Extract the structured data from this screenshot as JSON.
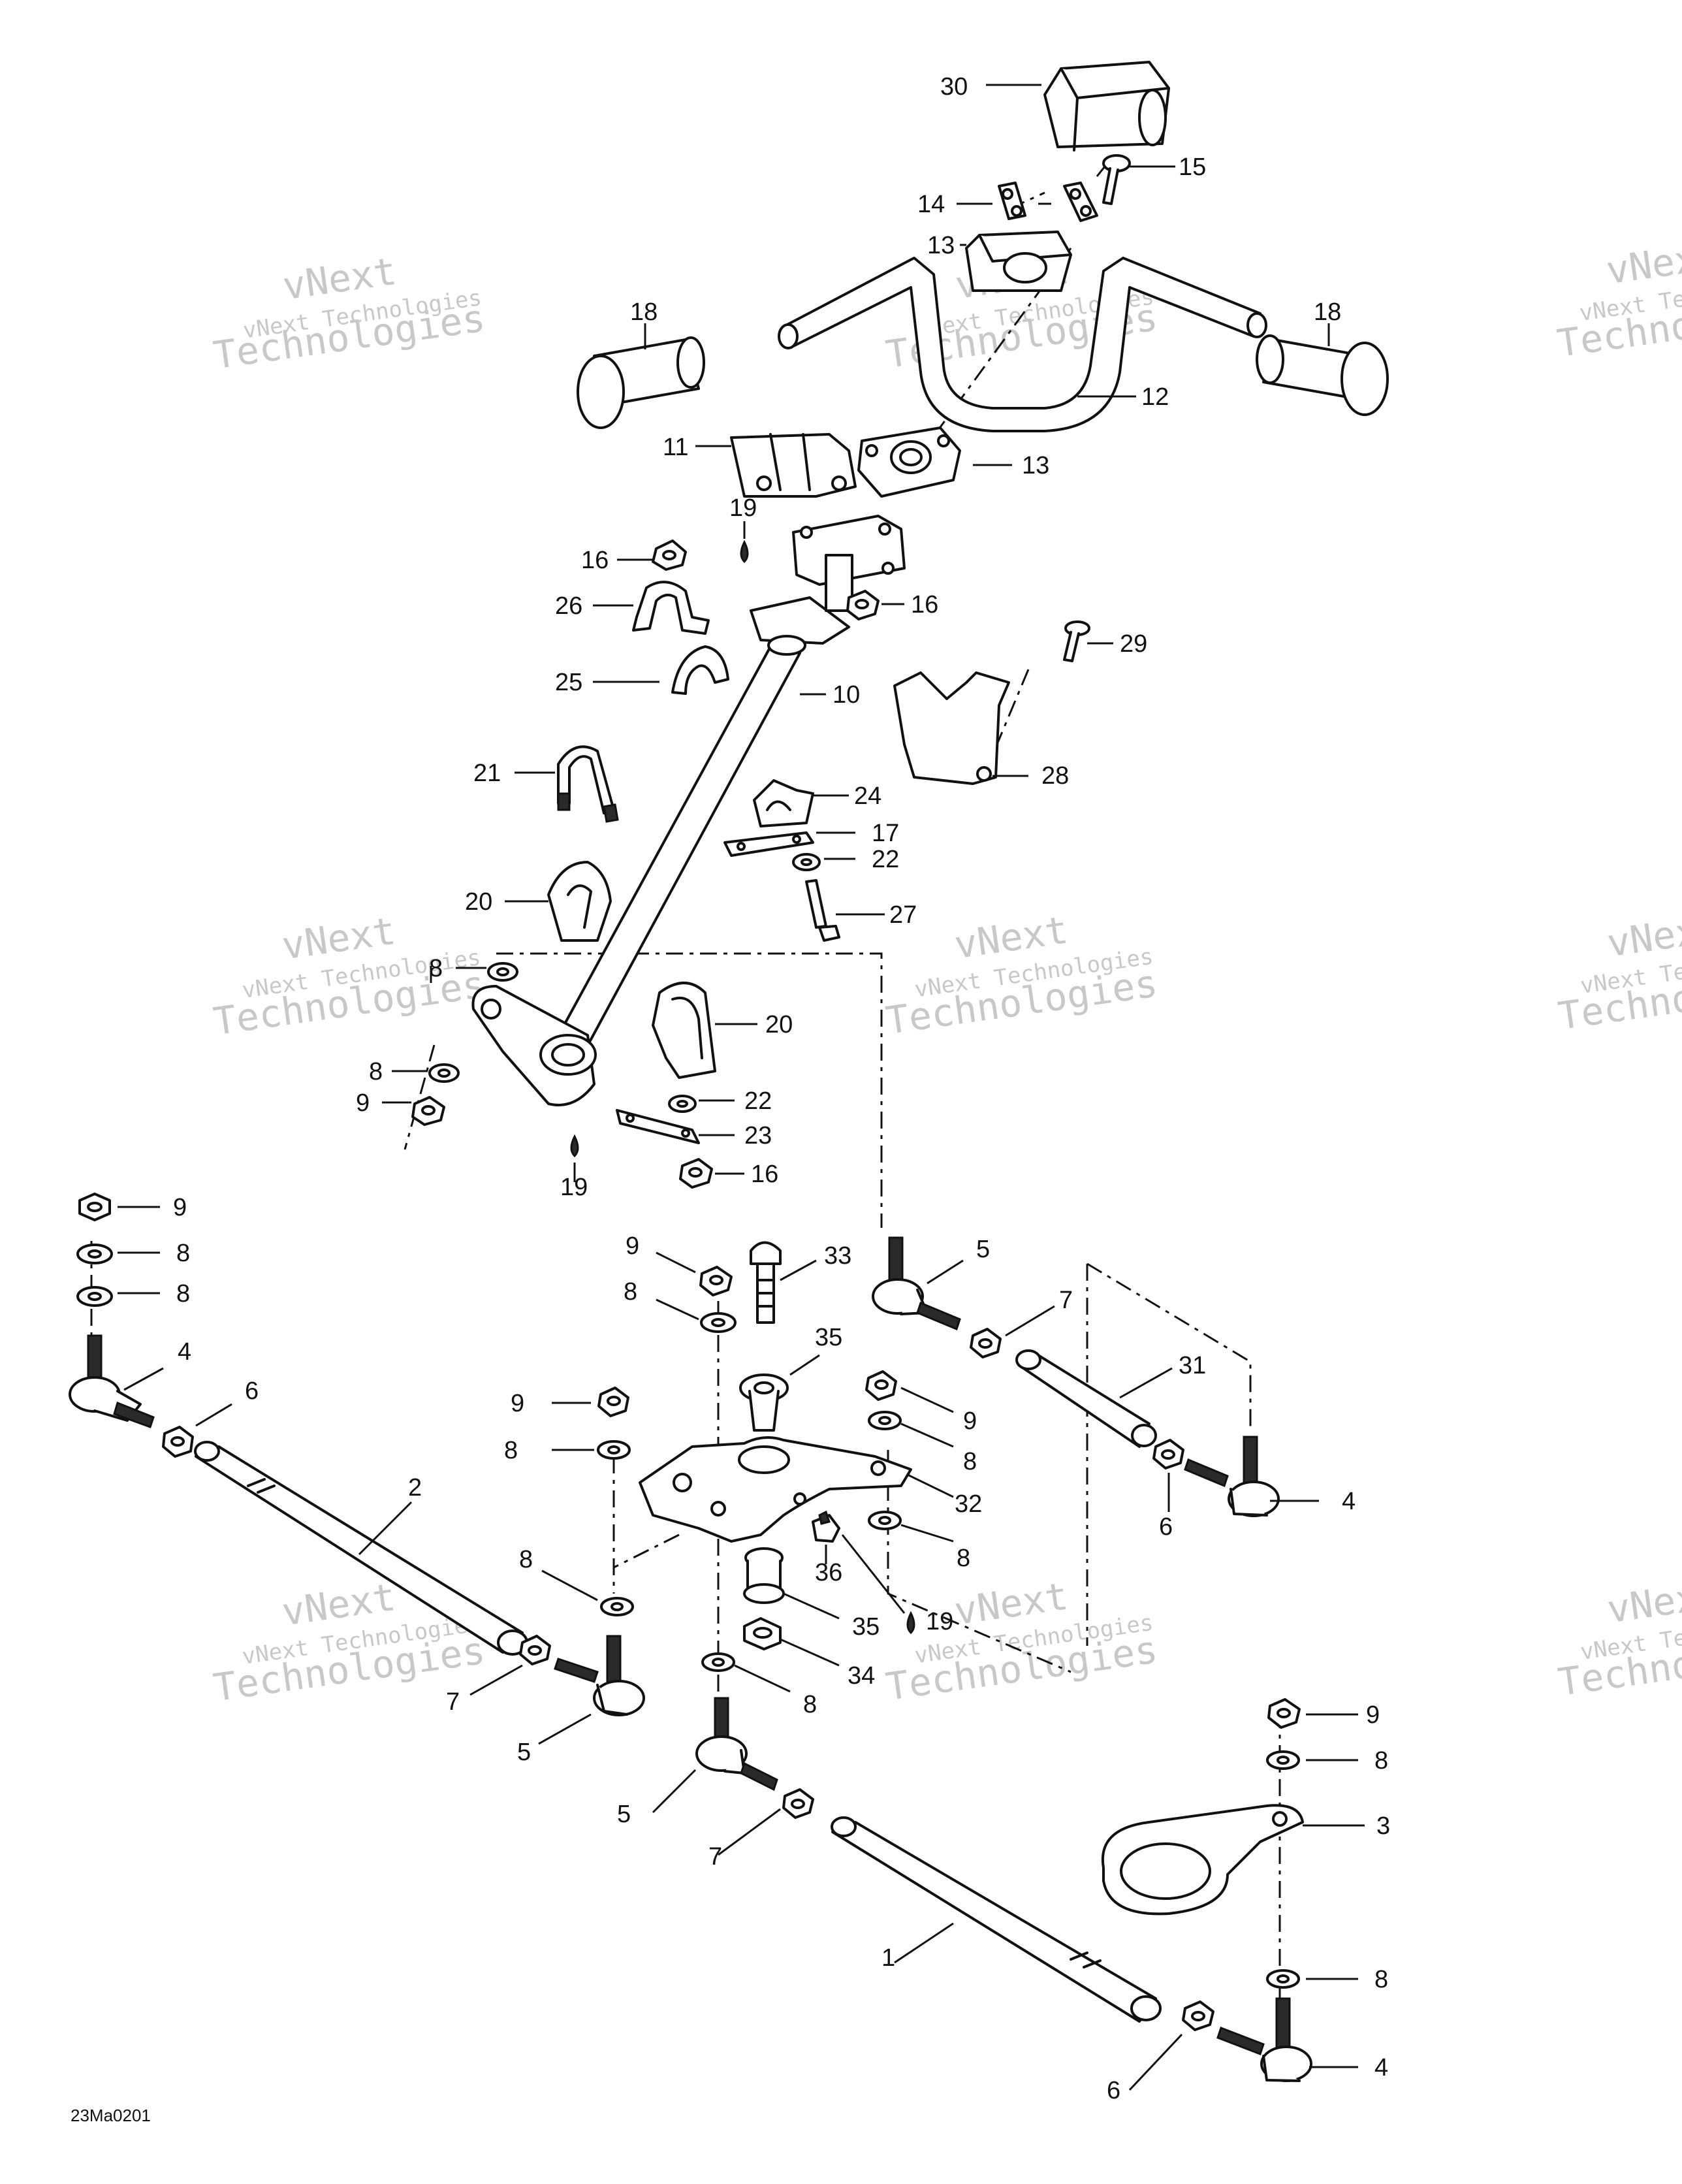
{
  "drawing_code": "23Ma0201",
  "watermark": {
    "line1": "vNext Technologies",
    "line2": "vNext",
    "line3": "Technologies"
  },
  "callouts": [
    {
      "id": "c30",
      "text": "30"
    },
    {
      "id": "c15",
      "text": "15"
    },
    {
      "id": "c14",
      "text": "14"
    },
    {
      "id": "c13a",
      "text": "13"
    },
    {
      "id": "c18a",
      "text": "18"
    },
    {
      "id": "c18b",
      "text": "18"
    },
    {
      "id": "c12",
      "text": "12"
    },
    {
      "id": "c11",
      "text": "11"
    },
    {
      "id": "c13b",
      "text": "13"
    },
    {
      "id": "c19a",
      "text": "19"
    },
    {
      "id": "c16a",
      "text": "16"
    },
    {
      "id": "c16b",
      "text": "16"
    },
    {
      "id": "c26",
      "text": "26"
    },
    {
      "id": "c29",
      "text": "29"
    },
    {
      "id": "c25",
      "text": "25"
    },
    {
      "id": "c10",
      "text": "10"
    },
    {
      "id": "c28",
      "text": "28"
    },
    {
      "id": "c21",
      "text": "21"
    },
    {
      "id": "c24",
      "text": "24"
    },
    {
      "id": "c17",
      "text": "17"
    },
    {
      "id": "c22a",
      "text": "22"
    },
    {
      "id": "c27",
      "text": "27"
    },
    {
      "id": "c20a",
      "text": "20"
    },
    {
      "id": "c8a",
      "text": "8"
    },
    {
      "id": "c20b",
      "text": "20"
    },
    {
      "id": "c8b",
      "text": "8"
    },
    {
      "id": "c22b",
      "text": "22"
    },
    {
      "id": "c9a",
      "text": "9"
    },
    {
      "id": "c23",
      "text": "23"
    },
    {
      "id": "c19b",
      "text": "19"
    },
    {
      "id": "c16c",
      "text": "16"
    },
    {
      "id": "c9b",
      "text": "9"
    },
    {
      "id": "c8c",
      "text": "8"
    },
    {
      "id": "c8d",
      "text": "8"
    },
    {
      "id": "c4a",
      "text": "4"
    },
    {
      "id": "c6a",
      "text": "6"
    },
    {
      "id": "c9c",
      "text": "9"
    },
    {
      "id": "c33",
      "text": "33"
    },
    {
      "id": "c5a",
      "text": "5"
    },
    {
      "id": "c8e",
      "text": "8"
    },
    {
      "id": "c7a",
      "text": "7"
    },
    {
      "id": "c35a",
      "text": "35"
    },
    {
      "id": "c31",
      "text": "31"
    },
    {
      "id": "c9d",
      "text": "9"
    },
    {
      "id": "c9e",
      "text": "9"
    },
    {
      "id": "c8f",
      "text": "8"
    },
    {
      "id": "c8g",
      "text": "8"
    },
    {
      "id": "c32",
      "text": "32"
    },
    {
      "id": "c4b",
      "text": "4"
    },
    {
      "id": "c6b",
      "text": "6"
    },
    {
      "id": "c2",
      "text": "2"
    },
    {
      "id": "c8h",
      "text": "8"
    },
    {
      "id": "c8i",
      "text": "8"
    },
    {
      "id": "c36",
      "text": "36"
    },
    {
      "id": "c35b",
      "text": "35"
    },
    {
      "id": "c19c",
      "text": "19"
    },
    {
      "id": "c34",
      "text": "34"
    },
    {
      "id": "c7b",
      "text": "7"
    },
    {
      "id": "c8j",
      "text": "8"
    },
    {
      "id": "c5b",
      "text": "5"
    },
    {
      "id": "c9f",
      "text": "9"
    },
    {
      "id": "c8k",
      "text": "8"
    },
    {
      "id": "c5c",
      "text": "5"
    },
    {
      "id": "c3",
      "text": "3"
    },
    {
      "id": "c7c",
      "text": "7"
    },
    {
      "id": "c1",
      "text": "1"
    },
    {
      "id": "c8l",
      "text": "8"
    },
    {
      "id": "c6c",
      "text": "6"
    },
    {
      "id": "c4c",
      "text": "4"
    }
  ]
}
